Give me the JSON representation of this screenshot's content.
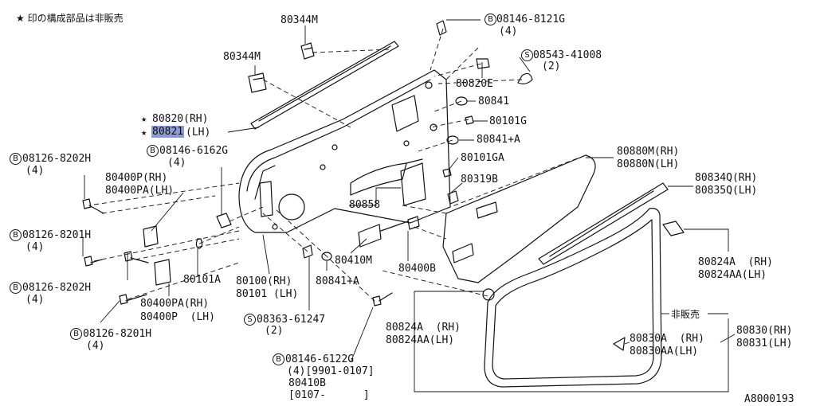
{
  "header_note": "★ 印の構成部品は非販売",
  "symbols": {
    "bolt": "B",
    "screw": "S"
  },
  "parts": {
    "p_80344M_top": "80344M",
    "p_80344M_left": "80344M",
    "p_08146_8121G": "08146-8121G",
    "p_08146_8121G_qty": "(4)",
    "p_08543_41008": "08543-41008",
    "p_08543_41008_qty": "(2)",
    "p_80820E": "80820E",
    "p_80841_a": "80841",
    "p_80101G": "80101G",
    "p_80841A_a": "80841+A",
    "p_80820_rh": "80820(RH)",
    "p_80821_code": "80821",
    "p_80821_side": "(LH)",
    "p_08126_8202H_a": "08126-8202H",
    "p_08126_8202H_a_qty": "(4)",
    "p_08146_6162G": "08146-6162G",
    "p_08146_6162G_qty": "(4)",
    "p_80400P_rh": "80400P(RH)",
    "p_80400PA_lh": "80400PA(LH)",
    "p_08126_8201H_a": "08126-8201H",
    "p_08126_8201H_a_qty": "(4)",
    "p_80101GA": "80101GA",
    "p_80319B": "80319B",
    "p_80858": "80858",
    "p_80880M": "80880M(RH)",
    "p_80880N": "80880N(LH)",
    "p_80834Q": "80834Q(RH)",
    "p_80835Q": "80835Q(LH)",
    "p_08126_8202H_b": "08126-8202H",
    "p_08126_8202H_b_qty": "(4)",
    "p_80101A": "80101A",
    "p_80400PA_rh": "80400PA(RH)",
    "p_80400P_lh": "80400P  (LH)",
    "p_80100_rh": "80100(RH)",
    "p_80101_lh": "80101 (LH)",
    "p_80410M": "80410M",
    "p_80841A_b": "80841+A",
    "p_80400B": "80400B",
    "p_80824A_right": "80824A  (RH)",
    "p_80824AA_right": "80824AA(LH)",
    "p_08363_61247": "08363-61247",
    "p_08363_61247_qty": "(2)",
    "p_08126_8201H_b": "08126-8201H",
    "p_08126_8201H_b_qty": "(4)",
    "p_80824A_center": "80824A  (RH)",
    "p_80824AA_center": "80824AA(LH)",
    "p_hihanbai": "非販売",
    "p_80830A": "80830A  (RH)",
    "p_80830AA": "80830AA(LH)",
    "p_80830RH": "80830(RH)",
    "p_80831LH": "80831(LH)",
    "p_08146_6122G": "08146-6122G",
    "p_08146_6122G_qty": "(4)[9901-0107]",
    "p_80410B": "80410B",
    "p_80410B_range": "[0107-      ]"
  },
  "reference_code": "A8000193",
  "highlight_color": "#8c9ad6"
}
